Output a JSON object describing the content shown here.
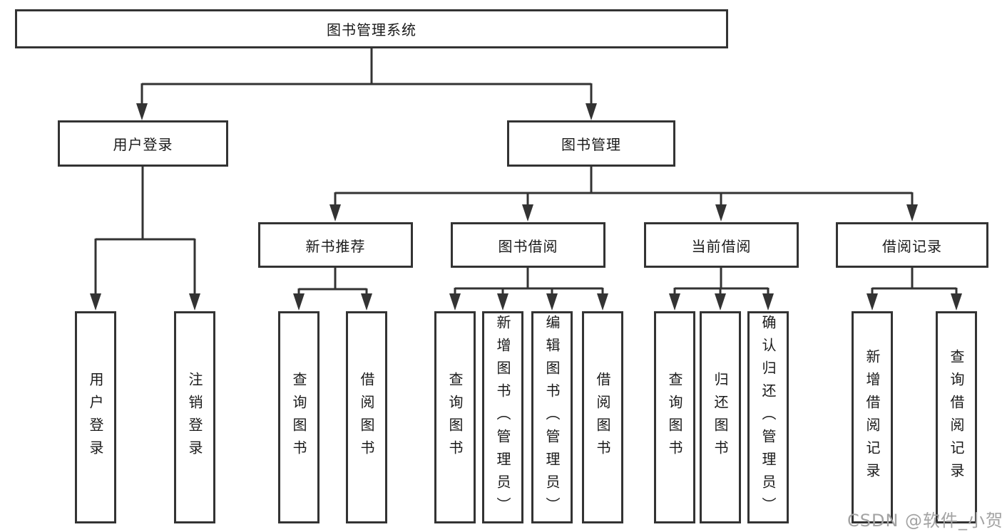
{
  "tree": {
    "label": "图书管理系统",
    "children": [
      {
        "label": "用户登录",
        "children": [
          {
            "label": "用户登录"
          },
          {
            "label": "注销登录"
          }
        ]
      },
      {
        "label": "图书管理",
        "children": [
          {
            "label": "新书推荐",
            "children": [
              {
                "label": "查询图书"
              },
              {
                "label": "借阅图书"
              }
            ]
          },
          {
            "label": "图书借阅",
            "children": [
              {
                "label": "查询图书"
              },
              {
                "label": "新增图书（管理员）"
              },
              {
                "label": "编辑图书（管理员）"
              },
              {
                "label": "借阅图书"
              }
            ]
          },
          {
            "label": "当前借阅",
            "children": [
              {
                "label": "查询图书"
              },
              {
                "label": "归还图书"
              },
              {
                "label": "确认归还（管理员）"
              }
            ]
          },
          {
            "label": "借阅记录",
            "children": [
              {
                "label": "新增借阅记录"
              },
              {
                "label": "查询借阅记录"
              }
            ]
          }
        ]
      }
    ]
  },
  "watermark": {
    "text": "CSDN @软件_小贺同学"
  },
  "colors": {
    "line": "#333333",
    "text": "#1a1a1a",
    "watermark": "#a3a3a3",
    "background": "#ffffff"
  }
}
